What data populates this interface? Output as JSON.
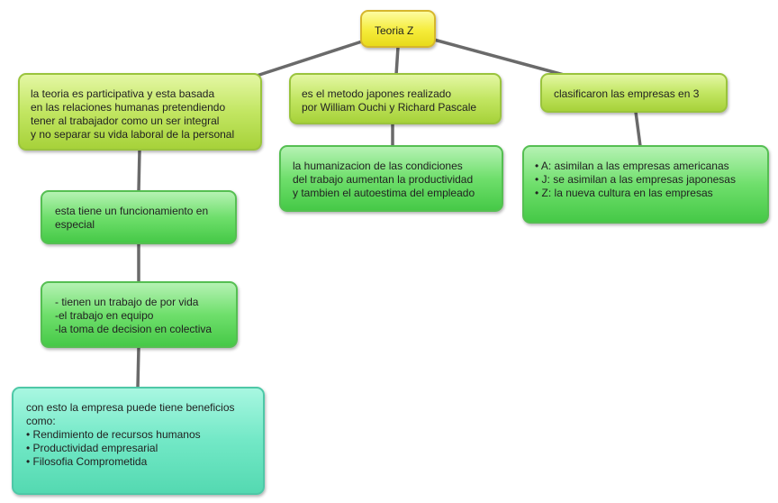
{
  "diagram": {
    "root": {
      "text": "Teoria Z"
    },
    "nodes": {
      "participativa": {
        "text": "la teoria es participativa y esta basada\nen las relaciones humanas pretendiendo\ntener al trabajador como un ser integral\ny no separar su vida laboral de la personal"
      },
      "metodo": {
        "text": "es el metodo japones realizado\npor William Ouchi y Richard Pascale"
      },
      "clasificaron": {
        "text": "clasificaron las empresas en 3"
      },
      "humanizacion": {
        "text": "la humanizacion de las condiciones\ndel trabajo aumentan la productividad\ny tambien el autoestima del empleado"
      },
      "clases": {
        "text": "• A: asimilan a las empresas americanas\n• J: se asimilan a las empresas japonesas\n• Z: la nueva cultura en las empresas"
      },
      "funcionamiento": {
        "text": "esta tiene un funcionamiento en\nespecial"
      },
      "trabajo": {
        "text": "- tienen un trabajo de por vida\n-el trabajo en equipo\n-la toma de decision en colectiva"
      },
      "beneficios": {
        "text": "con esto la empresa puede tiene beneficios\ncomo:\n• Rendimiento de recursos humanos\n• Productividad empresarial\n• Filosofia Comprometida"
      }
    },
    "colors": {
      "root": "#f5ec3a",
      "lime": "#c2e662",
      "green": "#6fdf6c",
      "mint": "#72e8c6",
      "connector": "#6a6a6a"
    }
  }
}
